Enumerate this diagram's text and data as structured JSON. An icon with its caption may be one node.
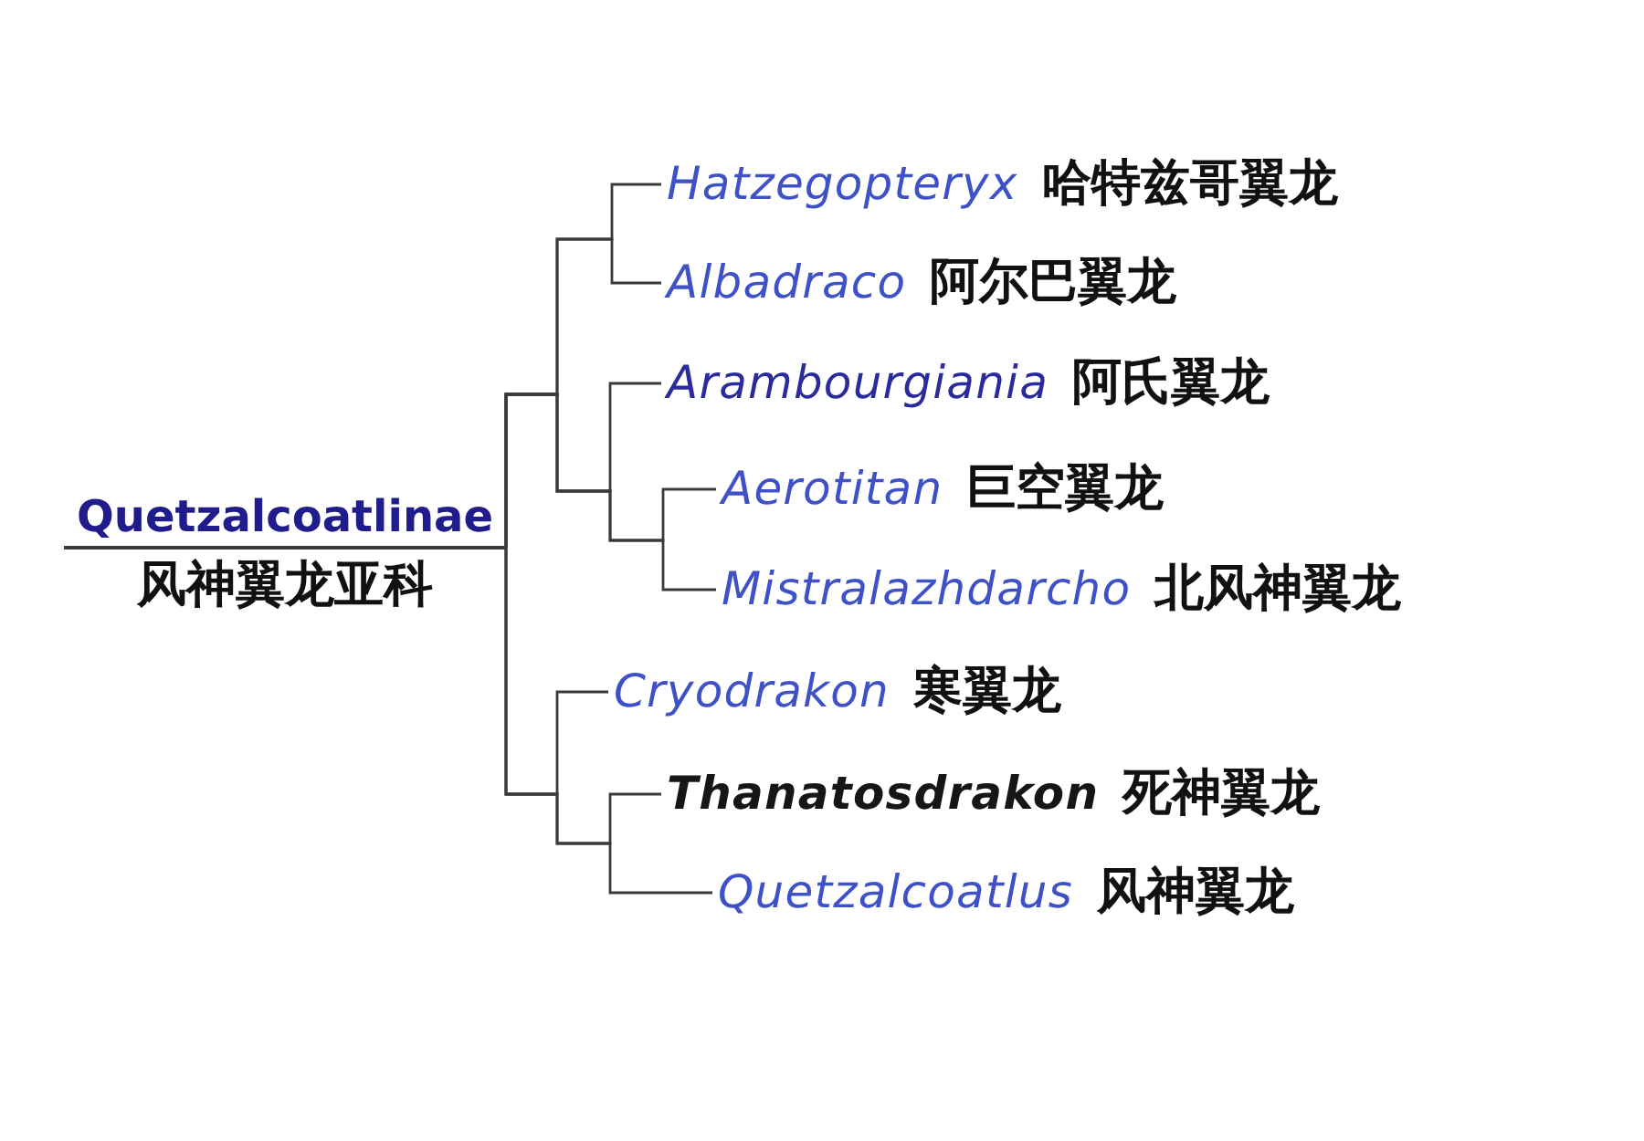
{
  "diagram": {
    "nodes": [
      {
        "text": [
          "Quetzalcoatlinae",
          "风神翼龙亚科"
        ]
      },
      {
        "text": [
          "Hatzegopteryx",
          "哈特兹哥翼龙"
        ]
      },
      {
        "text": [
          "Albadraco",
          "阿尔巴翼龙"
        ]
      },
      {
        "text": [
          "Arambourgiania",
          "阿氏翼龙"
        ]
      },
      {
        "text": [
          "Aerotitan",
          "巨空翼龙"
        ]
      },
      {
        "text": [
          "Mistralazhdarcho",
          "北风神翼龙"
        ]
      },
      {
        "text": [
          "Cryodrakon",
          "寒翼龙"
        ]
      },
      {
        "text": [
          "Thanatosdrakon",
          "死神翼龙"
        ]
      },
      {
        "text": [
          "Quetzalcoatlus",
          "风神翼龙"
        ]
      }
    ],
    "edges": [
      {
        "from": 0,
        "to": 1,
        "arrow": "none"
      },
      {
        "from": 0,
        "to": 2,
        "arrow": "none"
      },
      {
        "from": 0,
        "to": 3,
        "arrow": "none"
      },
      {
        "from": 0,
        "to": 4,
        "arrow": "none"
      },
      {
        "from": 0,
        "to": 5,
        "arrow": "none"
      },
      {
        "from": 0,
        "to": 6,
        "arrow": "none"
      },
      {
        "from": 0,
        "to": 7,
        "arrow": "none"
      },
      {
        "from": 0,
        "to": 8,
        "arrow": "none"
      }
    ]
  }
}
